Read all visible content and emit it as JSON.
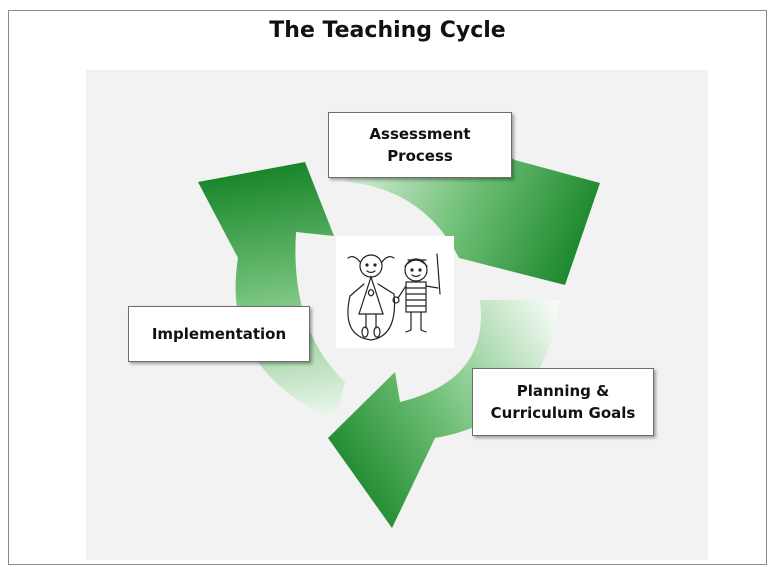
{
  "title": "The Teaching Cycle",
  "stages": {
    "assessment": "Assessment\nProcess",
    "planning": "Planning &\nCurriculum Goals",
    "implementation": "Implementation"
  },
  "colors": {
    "arrow_dark": "#1e8a2c",
    "arrow_light": "#e9f4ea",
    "panel": "#f2f2f2"
  },
  "icons": [
    "children-drawing"
  ]
}
